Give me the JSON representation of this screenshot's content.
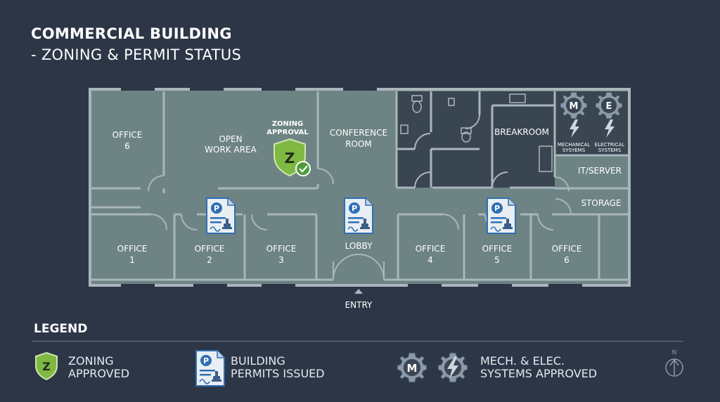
{
  "title": {
    "line1": "COMMERCIAL BUILDING",
    "line2": "- ZONING & PERMIT STATUS"
  },
  "rooms": {
    "office6_left": [
      "OFFICE",
      "6"
    ],
    "open_work": [
      "OPEN",
      "WORK AREA"
    ],
    "zoning_badge": [
      "ZONING",
      "APPROVAL"
    ],
    "conference": [
      "CONFERENCE",
      "ROOM"
    ],
    "breakroom": "BREAKROOM",
    "mechanical": [
      "MECHANICAL",
      "SYSYEMS"
    ],
    "electrical": [
      "ELECTRICAL",
      "SYSTEMS"
    ],
    "it_server": "IT/SERVER",
    "storage": "STORAGE",
    "office1": [
      "OFFICE",
      "1"
    ],
    "office2": [
      "OFFICE",
      "2"
    ],
    "office3": [
      "OFFICE",
      "3"
    ],
    "lobby": "LOBBY",
    "office4": [
      "OFFICE",
      "4"
    ],
    "office5": [
      "OFFICE",
      "5"
    ],
    "office6_right": [
      "OFFICE",
      "6"
    ],
    "entry": "ENTRY"
  },
  "icons": {
    "zoning_letter": "Z",
    "permit_letter": "P",
    "mech_letter": "M",
    "elec_letter": "E"
  },
  "legend": {
    "title": "LEGEND",
    "zoning": [
      "ZONING",
      "APPROVED"
    ],
    "permits": [
      "BUILDING",
      "PERMITS ISSUED"
    ],
    "systems": [
      "MECH. & ELEC.",
      "SYSTEMS APPROVED"
    ],
    "north": "N"
  },
  "colors": {
    "background": "#2c3647",
    "floor": "#6d8384",
    "dark_room": "#3a4552",
    "wall": "#a9b6ba",
    "shield_green": "#7fb842",
    "permit_blue": "#2f6fb3"
  }
}
